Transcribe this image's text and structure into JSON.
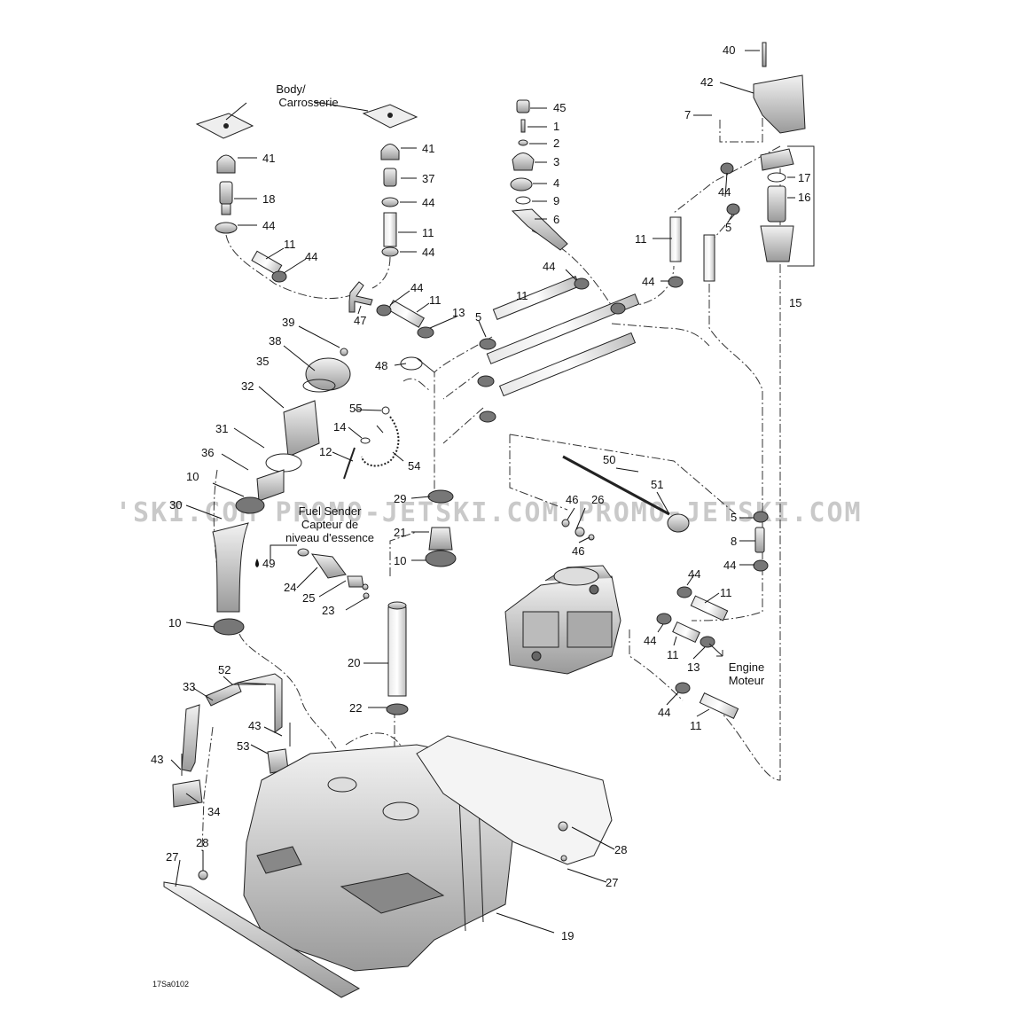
{
  "watermark": "'SKI.COM  PROMO-JETSKI.COM  PROMO-JETSKI.COM",
  "drawing_code": "17Sa0102",
  "notes": {
    "body": [
      "Body/",
      "Carrosserie"
    ],
    "fuel_sender": [
      "Fuel Sender",
      "Capteur de",
      "niveau d'essence"
    ],
    "engine": [
      "Engine",
      "Moteur"
    ]
  },
  "callouts": [
    {
      "id": "c40",
      "text": "40"
    },
    {
      "id": "c42",
      "text": "42"
    },
    {
      "id": "c7",
      "text": "7"
    },
    {
      "id": "c17",
      "text": "17"
    },
    {
      "id": "c16",
      "text": "16"
    },
    {
      "id": "c15",
      "text": "15"
    },
    {
      "id": "c45",
      "text": "45"
    },
    {
      "id": "c1",
      "text": "1"
    },
    {
      "id": "c2",
      "text": "2"
    },
    {
      "id": "c3",
      "text": "3"
    },
    {
      "id": "c4",
      "text": "4"
    },
    {
      "id": "c9",
      "text": "9"
    },
    {
      "id": "c6",
      "text": "6"
    },
    {
      "id": "c41a",
      "text": "41"
    },
    {
      "id": "c18",
      "text": "18"
    },
    {
      "id": "c44a",
      "text": "44"
    },
    {
      "id": "c11a",
      "text": "11"
    },
    {
      "id": "c44b",
      "text": "44"
    },
    {
      "id": "c41b",
      "text": "41"
    },
    {
      "id": "c37",
      "text": "37"
    },
    {
      "id": "c44c",
      "text": "44"
    },
    {
      "id": "c11b",
      "text": "11"
    },
    {
      "id": "c44d",
      "text": "44"
    },
    {
      "id": "c44e",
      "text": "44"
    },
    {
      "id": "c11c",
      "text": "11"
    },
    {
      "id": "c47",
      "text": "47"
    },
    {
      "id": "c13a",
      "text": "13"
    },
    {
      "id": "c44f",
      "text": "44"
    },
    {
      "id": "c11d",
      "text": "11"
    },
    {
      "id": "c5a",
      "text": "5"
    },
    {
      "id": "c44g",
      "text": "44"
    },
    {
      "id": "c11e",
      "text": "11"
    },
    {
      "id": "c44h",
      "text": "44"
    },
    {
      "id": "c5b",
      "text": "5"
    },
    {
      "id": "c39",
      "text": "39"
    },
    {
      "id": "c38",
      "text": "38"
    },
    {
      "id": "c35",
      "text": "35"
    },
    {
      "id": "c32",
      "text": "32"
    },
    {
      "id": "c48",
      "text": "48"
    },
    {
      "id": "c55",
      "text": "55"
    },
    {
      "id": "c14",
      "text": "14"
    },
    {
      "id": "c12",
      "text": "12"
    },
    {
      "id": "c54",
      "text": "54"
    },
    {
      "id": "c31",
      "text": "31"
    },
    {
      "id": "c36",
      "text": "36"
    },
    {
      "id": "c10a",
      "text": "10"
    },
    {
      "id": "c30",
      "text": "30"
    },
    {
      "id": "c29",
      "text": "29"
    },
    {
      "id": "c21",
      "text": "21"
    },
    {
      "id": "c10b",
      "text": "10"
    },
    {
      "id": "c49",
      "text": "49"
    },
    {
      "id": "c24",
      "text": "24"
    },
    {
      "id": "c25",
      "text": "25"
    },
    {
      "id": "c23",
      "text": "23"
    },
    {
      "id": "c10c",
      "text": "10"
    },
    {
      "id": "c20",
      "text": "20"
    },
    {
      "id": "c22",
      "text": "22"
    },
    {
      "id": "c50",
      "text": "50"
    },
    {
      "id": "c51",
      "text": "51"
    },
    {
      "id": "c46a",
      "text": "46"
    },
    {
      "id": "c26",
      "text": "26"
    },
    {
      "id": "c46b",
      "text": "46"
    },
    {
      "id": "c5c",
      "text": "5"
    },
    {
      "id": "c8",
      "text": "8"
    },
    {
      "id": "c44i",
      "text": "44"
    },
    {
      "id": "c44j",
      "text": "44"
    },
    {
      "id": "c11f",
      "text": "11"
    },
    {
      "id": "c44k",
      "text": "44"
    },
    {
      "id": "c11g",
      "text": "11"
    },
    {
      "id": "c13b",
      "text": "13"
    },
    {
      "id": "c44l",
      "text": "44"
    },
    {
      "id": "c11h",
      "text": "11"
    },
    {
      "id": "c52",
      "text": "52"
    },
    {
      "id": "c33",
      "text": "33"
    },
    {
      "id": "c43a",
      "text": "43"
    },
    {
      "id": "c53",
      "text": "53"
    },
    {
      "id": "c43b",
      "text": "43"
    },
    {
      "id": "c34",
      "text": "34"
    },
    {
      "id": "c28a",
      "text": "28"
    },
    {
      "id": "c27a",
      "text": "27"
    },
    {
      "id": "c28b",
      "text": "28"
    },
    {
      "id": "c27b",
      "text": "27"
    },
    {
      "id": "c19",
      "text": "19"
    }
  ]
}
